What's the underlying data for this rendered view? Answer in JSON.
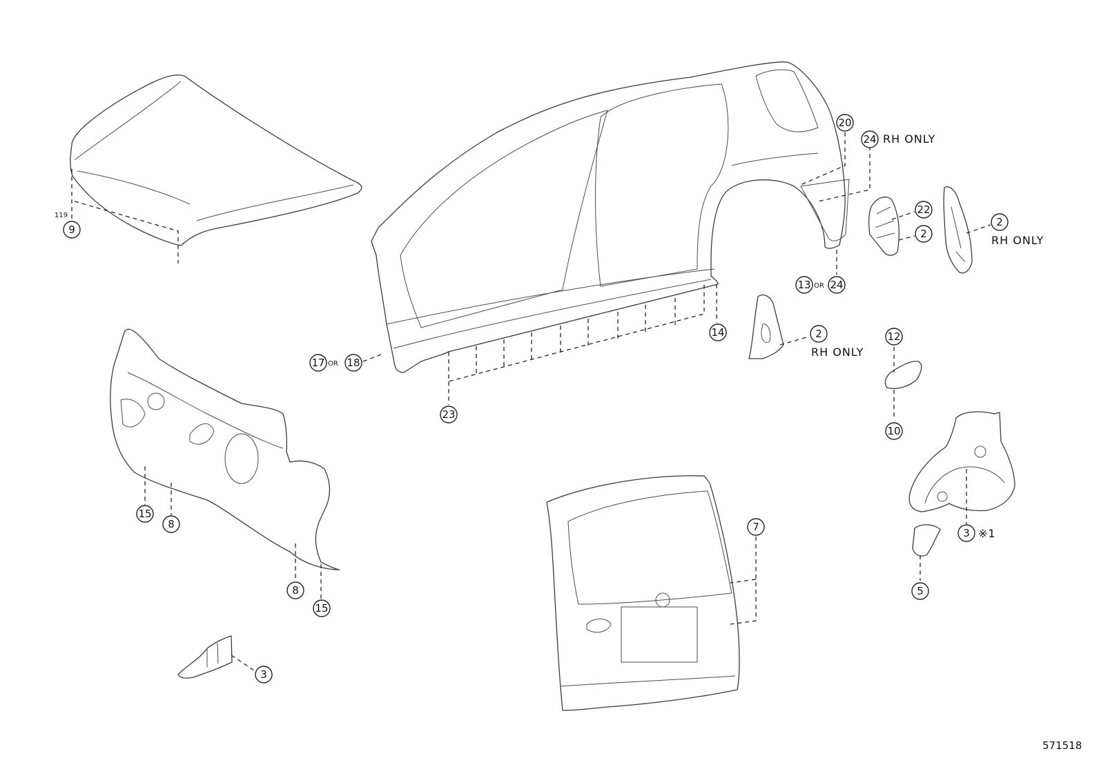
{
  "diagram_id": "571518",
  "callouts": {
    "c9": "9",
    "c9_sub": "119",
    "c15a": "15",
    "c8a": "8",
    "c8b": "8",
    "c15b": "15",
    "c3a": "3",
    "c17": "17",
    "c17_or": "OR",
    "c18": "18",
    "c23": "23",
    "c14": "14",
    "c20": "20",
    "c24a": "24",
    "c24a_note": "RH ONLY",
    "c13": "13",
    "c13_or": "OR",
    "c24b": "24",
    "c2a": "2",
    "c2a_note": "RH ONLY",
    "c22": "22",
    "c2b": "2",
    "c2c": "2",
    "c2c_note": "RH ONLY",
    "c12": "12",
    "c10": "10",
    "c3b": "3",
    "c3b_note": "※1",
    "c5": "5",
    "c7": "7"
  }
}
